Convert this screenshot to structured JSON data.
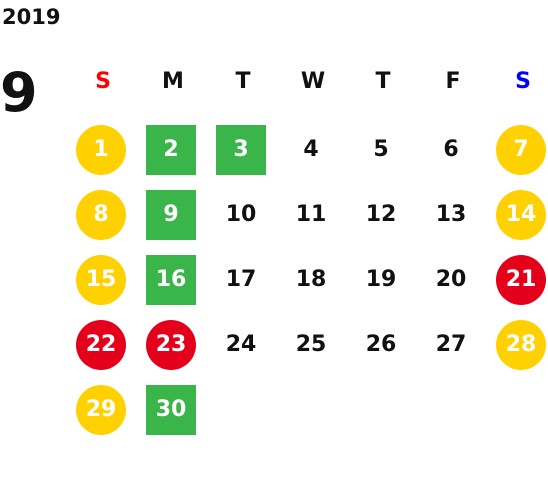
{
  "year": "2019",
  "month": "9",
  "colors": {
    "sunday_label": "#ff0000",
    "saturday_label": "#0000ff",
    "weekend_circle": "#ffd100",
    "holiday_circle": "#e4001b",
    "green_square": "#3ab54a"
  },
  "weekdays": [
    "S",
    "M",
    "T",
    "W",
    "T",
    "F",
    "S"
  ],
  "weeks": [
    [
      {
        "d": "1",
        "style": "sat-sun"
      },
      {
        "d": "2",
        "style": "green"
      },
      {
        "d": "3",
        "style": "green"
      },
      {
        "d": "4",
        "style": "plain"
      },
      {
        "d": "5",
        "style": "plain"
      },
      {
        "d": "6",
        "style": "plain"
      },
      {
        "d": "7",
        "style": "sat-sun"
      }
    ],
    [
      {
        "d": "8",
        "style": "sat-sun"
      },
      {
        "d": "9",
        "style": "green"
      },
      {
        "d": "10",
        "style": "plain"
      },
      {
        "d": "11",
        "style": "plain"
      },
      {
        "d": "12",
        "style": "plain"
      },
      {
        "d": "13",
        "style": "plain"
      },
      {
        "d": "14",
        "style": "sat-sun"
      }
    ],
    [
      {
        "d": "15",
        "style": "sat-sun"
      },
      {
        "d": "16",
        "style": "green"
      },
      {
        "d": "17",
        "style": "plain"
      },
      {
        "d": "18",
        "style": "plain"
      },
      {
        "d": "19",
        "style": "plain"
      },
      {
        "d": "20",
        "style": "plain"
      },
      {
        "d": "21",
        "style": "holiday"
      }
    ],
    [
      {
        "d": "22",
        "style": "holiday"
      },
      {
        "d": "23",
        "style": "holiday"
      },
      {
        "d": "24",
        "style": "plain"
      },
      {
        "d": "25",
        "style": "plain"
      },
      {
        "d": "26",
        "style": "plain"
      },
      {
        "d": "27",
        "style": "plain"
      },
      {
        "d": "28",
        "style": "sat-sun"
      }
    ],
    [
      {
        "d": "29",
        "style": "sat-sun"
      },
      {
        "d": "30",
        "style": "green"
      }
    ]
  ]
}
